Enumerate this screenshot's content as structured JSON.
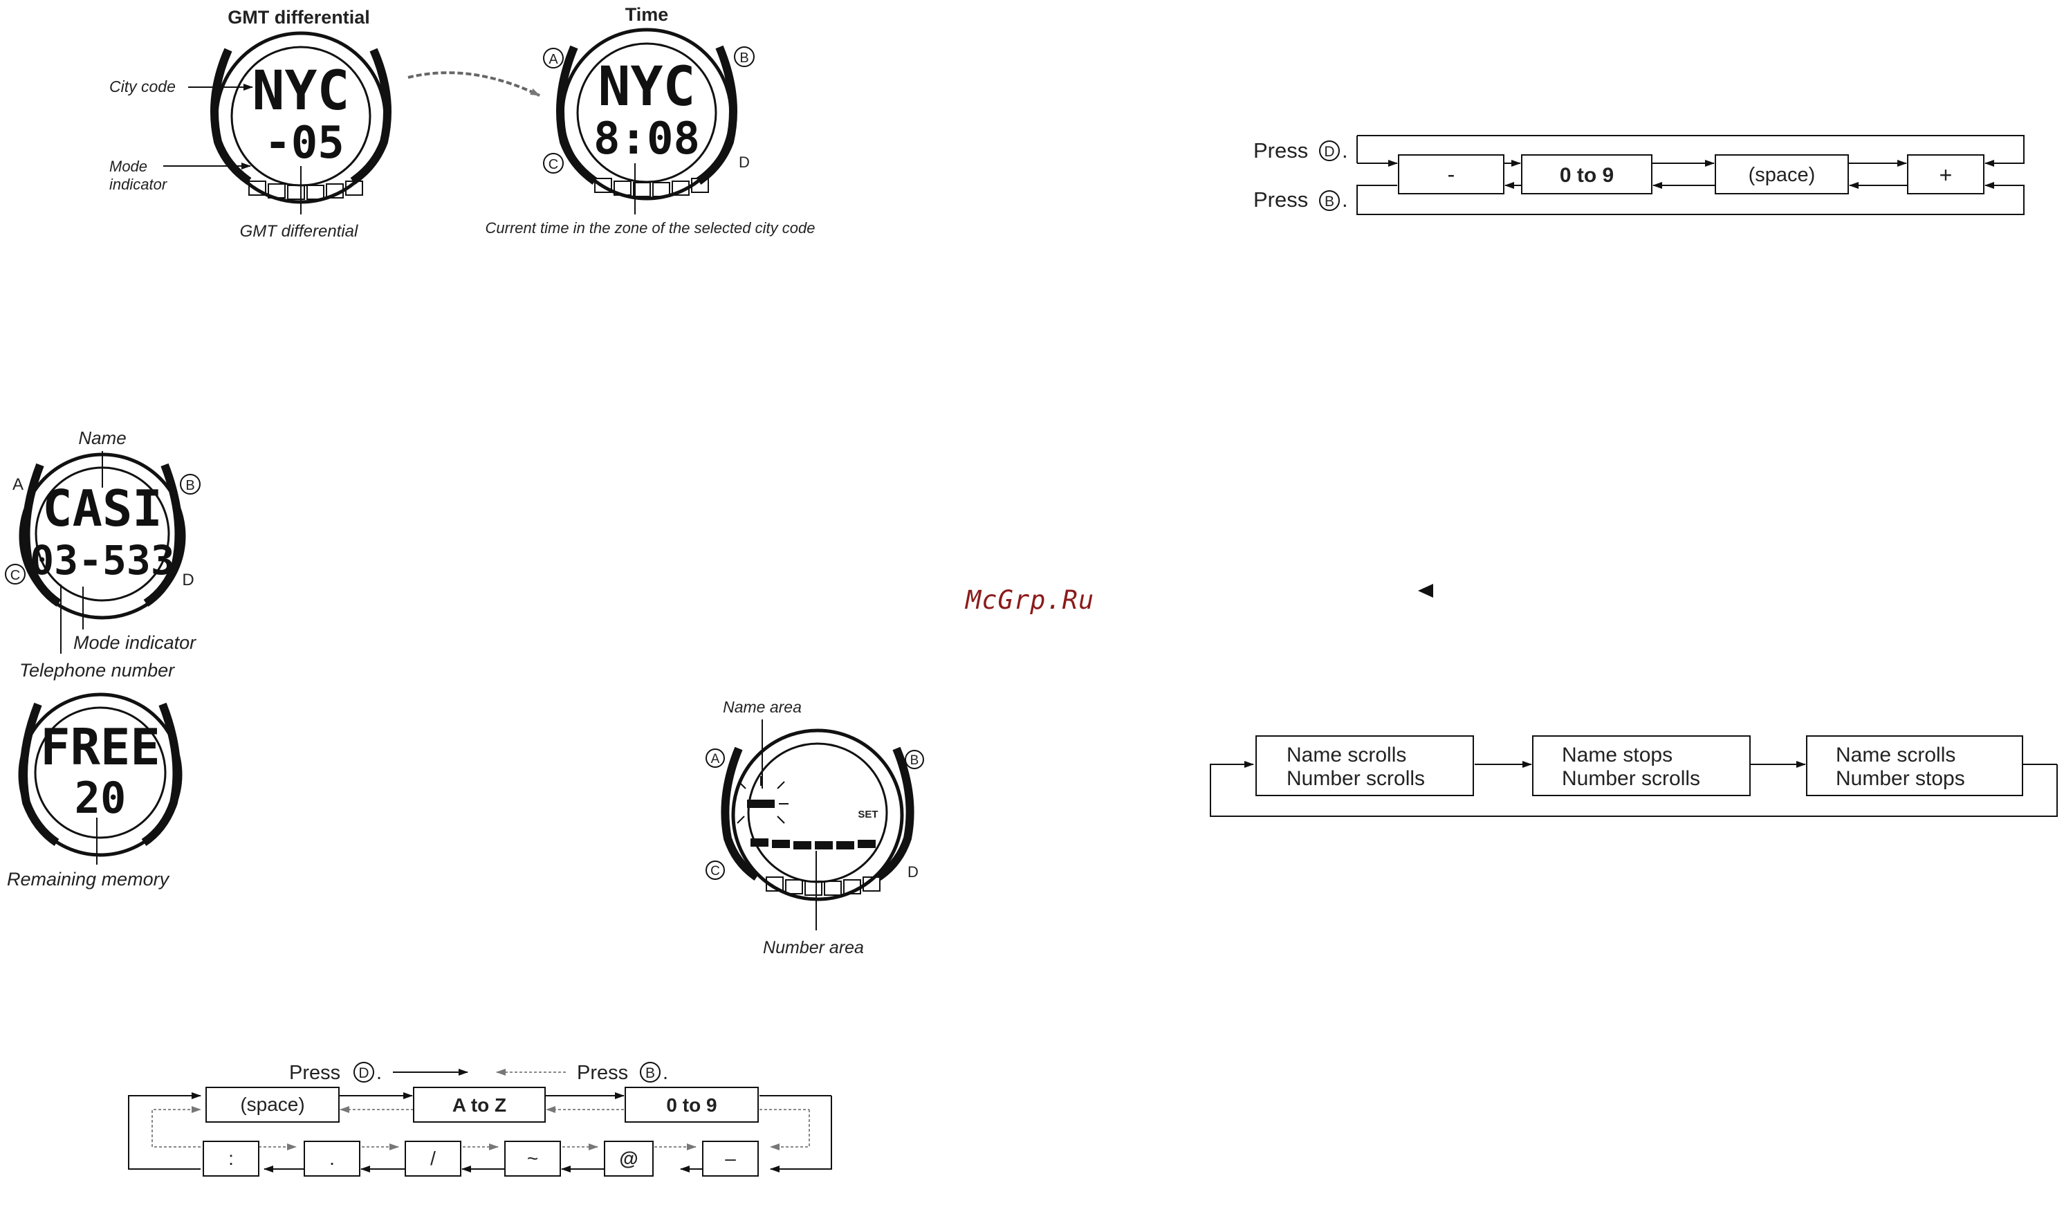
{
  "watermark": "McGrp.Ru",
  "gmt_watch": {
    "title": "GMT differential",
    "display_top": "NYC",
    "display_bottom": "-05",
    "label_city_code": "City code",
    "label_mode_indicator_line1": "Mode",
    "label_mode_indicator_line2": "indicator",
    "label_gmt_differential": "GMT differential"
  },
  "time_watch": {
    "title": "Time",
    "display_top": "NYC",
    "display_bottom": "8:08",
    "caption": "Current time in the zone of the selected city code"
  },
  "buttons": {
    "a": "A",
    "b": "B",
    "c": "C",
    "d": "D"
  },
  "telememo_watch": {
    "label_name": "Name",
    "display_top": "CASI",
    "display_bottom": "03-533",
    "label_mode_indicator": "Mode indicator",
    "label_telephone_number": "Telephone number"
  },
  "free_watch": {
    "display_top": "FREE",
    "display_bottom": "20",
    "label_remaining_memory": "Remaining memory"
  },
  "set_watch": {
    "label_name_area": "Name area",
    "set_text": "SET",
    "label_number_area": "Number area"
  },
  "gmt_cycle": {
    "press_d": "Press",
    "press_b": "Press",
    "boxes": [
      "-",
      "0 to 9",
      "(space)",
      "+"
    ]
  },
  "char_cycle": {
    "press_d": "Press",
    "press_b": "Press",
    "top_boxes": [
      "(space)",
      "A to Z",
      "0 to 9"
    ],
    "bottom_boxes": [
      ":",
      ".",
      "/",
      "~",
      "@",
      "–"
    ]
  },
  "scroll_cycle": {
    "boxes": [
      {
        "line1": "Name scrolls",
        "line2": "Number scrolls"
      },
      {
        "line1": "Name stops",
        "line2": "Number scrolls"
      },
      {
        "line1": "Name scrolls",
        "line2": "Number stops"
      }
    ]
  }
}
